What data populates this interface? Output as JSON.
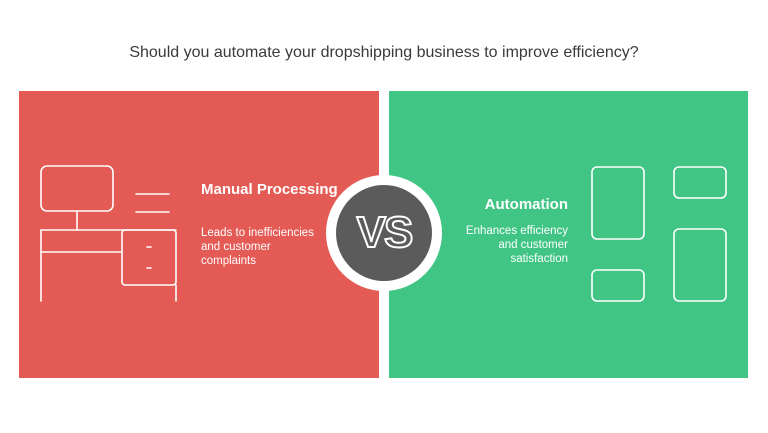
{
  "question": "Should you automate your dropshipping business to improve efficiency?",
  "left": {
    "title": "Manual Processing",
    "description": "Leads to inefficiencies and customer complaints",
    "color": "#e45a55",
    "icon": "desk-with-monitor-icon"
  },
  "right": {
    "title": "Automation",
    "description": "Enhances efficiency and customer satisfaction",
    "color": "#40c585",
    "icon": "blocks-layout-icon"
  },
  "vs": {
    "label": "VS",
    "color": "#5b5b5b"
  }
}
